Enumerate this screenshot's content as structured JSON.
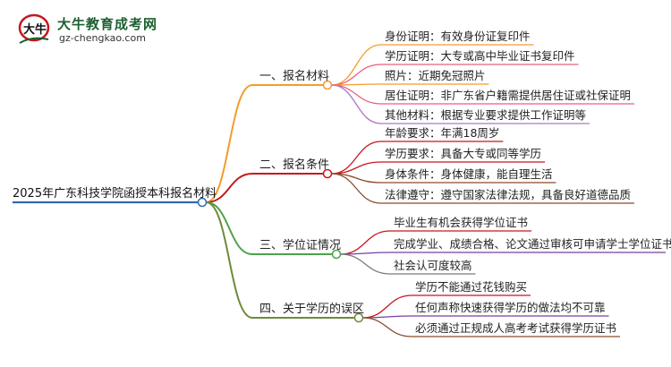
{
  "logo": {
    "title": "大牛教育成考网",
    "url": "gz-chengkao.com",
    "mark_text": "大牛",
    "colors": {
      "title": "#1d5f2f",
      "mark_red": "#c8161d"
    }
  },
  "root": {
    "label": "2025年广东科技学院函授本科报名材料",
    "color": "#2f6ab3"
  },
  "branches": [
    {
      "label": "一、报名材料",
      "color": "#f39c2b",
      "children": [
        {
          "label": "身份证明：有效身份证复印件",
          "color": "#f39c2b"
        },
        {
          "label": "学历证明：大专或高中毕业证书复印件",
          "color": "#e8607f"
        },
        {
          "label": "照片：近期免冠照片",
          "color": "#f39c2b"
        },
        {
          "label": "居住证明：非广东省户籍需提供居住证或社保证明",
          "color": "#e8607f"
        },
        {
          "label": "其他材料：根据专业要求提供工作证明等",
          "color": "#b074c9"
        }
      ]
    },
    {
      "label": "二、报名条件",
      "color": "#c8161d",
      "children": [
        {
          "label": "年龄要求：年满18周岁",
          "color": "#c8161d"
        },
        {
          "label": "学历要求：具备大专或同等学历",
          "color": "#c8161d"
        },
        {
          "label": "身体条件：身体健康，能自理生活",
          "color": "#8b4a2b"
        },
        {
          "label": "法律遵守：遵守国家法律法规，具备良好道德品质",
          "color": "#8b4a2b"
        }
      ]
    },
    {
      "label": "三、学位证情况",
      "color": "#4aa34a",
      "children": [
        {
          "label": "毕业生有机会获得学位证书",
          "color": "#c8161d"
        },
        {
          "label": "完成学业、成绩合格、论文通过审核可申请学士学位证书",
          "color": "#7b3fa0"
        },
        {
          "label": "社会认可度较高",
          "color": "#7a7a7a"
        }
      ]
    },
    {
      "label": "四、关于学历的误区",
      "color": "#6d8b3a",
      "children": [
        {
          "label": "学历不能通过花钱购买",
          "color": "#c8161d"
        },
        {
          "label": "任何声称快速获得学历的做法均不可靠",
          "color": "#7b3fa0"
        },
        {
          "label": "必须通过正规成人高考考试获得学历证书",
          "color": "#8b4a2b"
        }
      ]
    }
  ]
}
